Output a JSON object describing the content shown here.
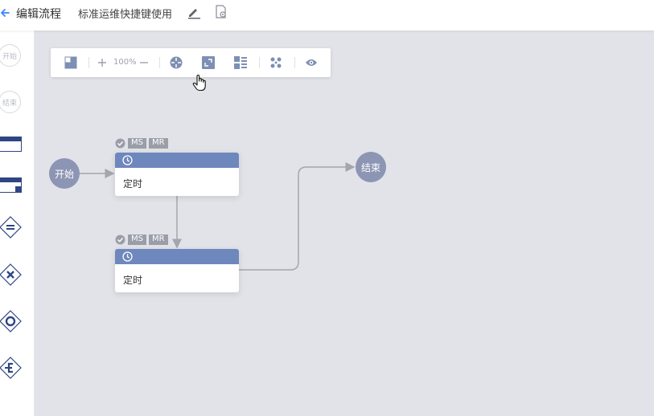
{
  "header": {
    "back_label": "编辑流程",
    "flow_name": "标准运维快捷键使用"
  },
  "palette": {
    "start": "开始",
    "end": "结束"
  },
  "toolbar": {
    "zoom": "100%"
  },
  "canvas": {
    "start_node": "开始",
    "end_node": "结束",
    "tasks": [
      {
        "label": "定时",
        "badges": [
          "MS",
          "MR"
        ]
      },
      {
        "label": "定时",
        "badges": [
          "MS",
          "MR"
        ]
      }
    ]
  },
  "colors": {
    "node_head": "#6e87bd",
    "circle_node": "#8c95b3",
    "canvas_bg": "#e1e3e8",
    "accent_blue": "#3a84ff"
  }
}
